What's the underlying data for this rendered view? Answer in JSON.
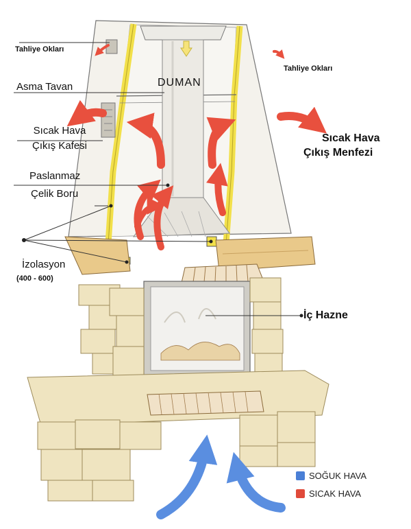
{
  "labels": {
    "tahliye_left": "Tahliye Okları",
    "asma_tavan": "Asma Tavan",
    "duman": "DUMAN",
    "tahliye_right": "Tahliye Okları",
    "sicak_hava_kafesi_1": "Sıcak Hava",
    "sicak_hava_kafesi_2": "Çıkış Kafesi",
    "sicak_hava_menfezi_1": "Sıcak Hava",
    "sicak_hava_menfezi_2": "Çıkış Menfezi",
    "paslanmaz_1": "Paslanmaz",
    "paslanmaz_2": "Çelik Boru",
    "izolasyon": "İzolasyon",
    "izolasyon_range": "(400 - 600)",
    "ic_hazne": "İç Hazne"
  },
  "legend": [
    {
      "label": "SOĞUK HAVA",
      "color": "#4a7fd6"
    },
    {
      "label": "SICAK HAVA",
      "color": "#e04a3a"
    }
  ],
  "colors": {
    "hot_arrow": "#e8503e",
    "cold_arrow": "#5a8ee0",
    "insulation": "#f2e04a",
    "stone": "#efe4c0",
    "wood": "#e9c98a",
    "wall": "#f4f2ec"
  }
}
